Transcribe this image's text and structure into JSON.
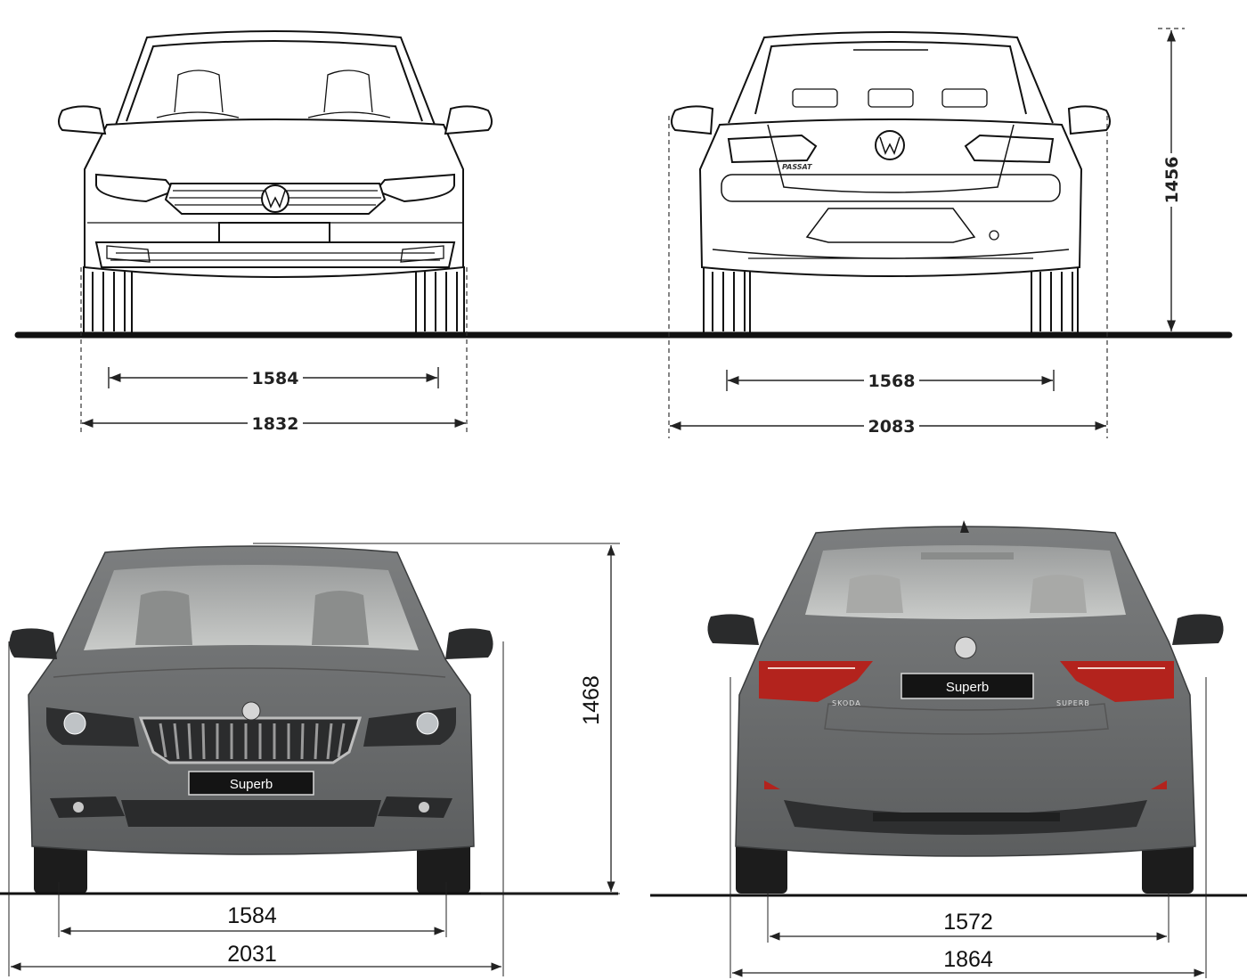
{
  "colors": {
    "drawing_line": "#111111",
    "car_body": "#6b6d6e",
    "car_body_dark": "#4a4c4d",
    "tail_light": "#b3231d",
    "plate_bg": "#141414"
  },
  "panels": {
    "passat_front": {
      "track": "1584",
      "width": "1832",
      "grille_logo": "vw-logo"
    },
    "passat_rear": {
      "track": "1568",
      "width": "2083",
      "height": "1456",
      "badge": "PASSAT"
    },
    "superb_front": {
      "track": "1584",
      "width": "2031",
      "height": "1468",
      "plate": "Superb",
      "logo": "skoda-logo"
    },
    "superb_rear": {
      "track": "1572",
      "width": "1864",
      "plate": "Superb",
      "brand_emblem": "SKODA",
      "model_emblem": "SUPERB"
    }
  }
}
